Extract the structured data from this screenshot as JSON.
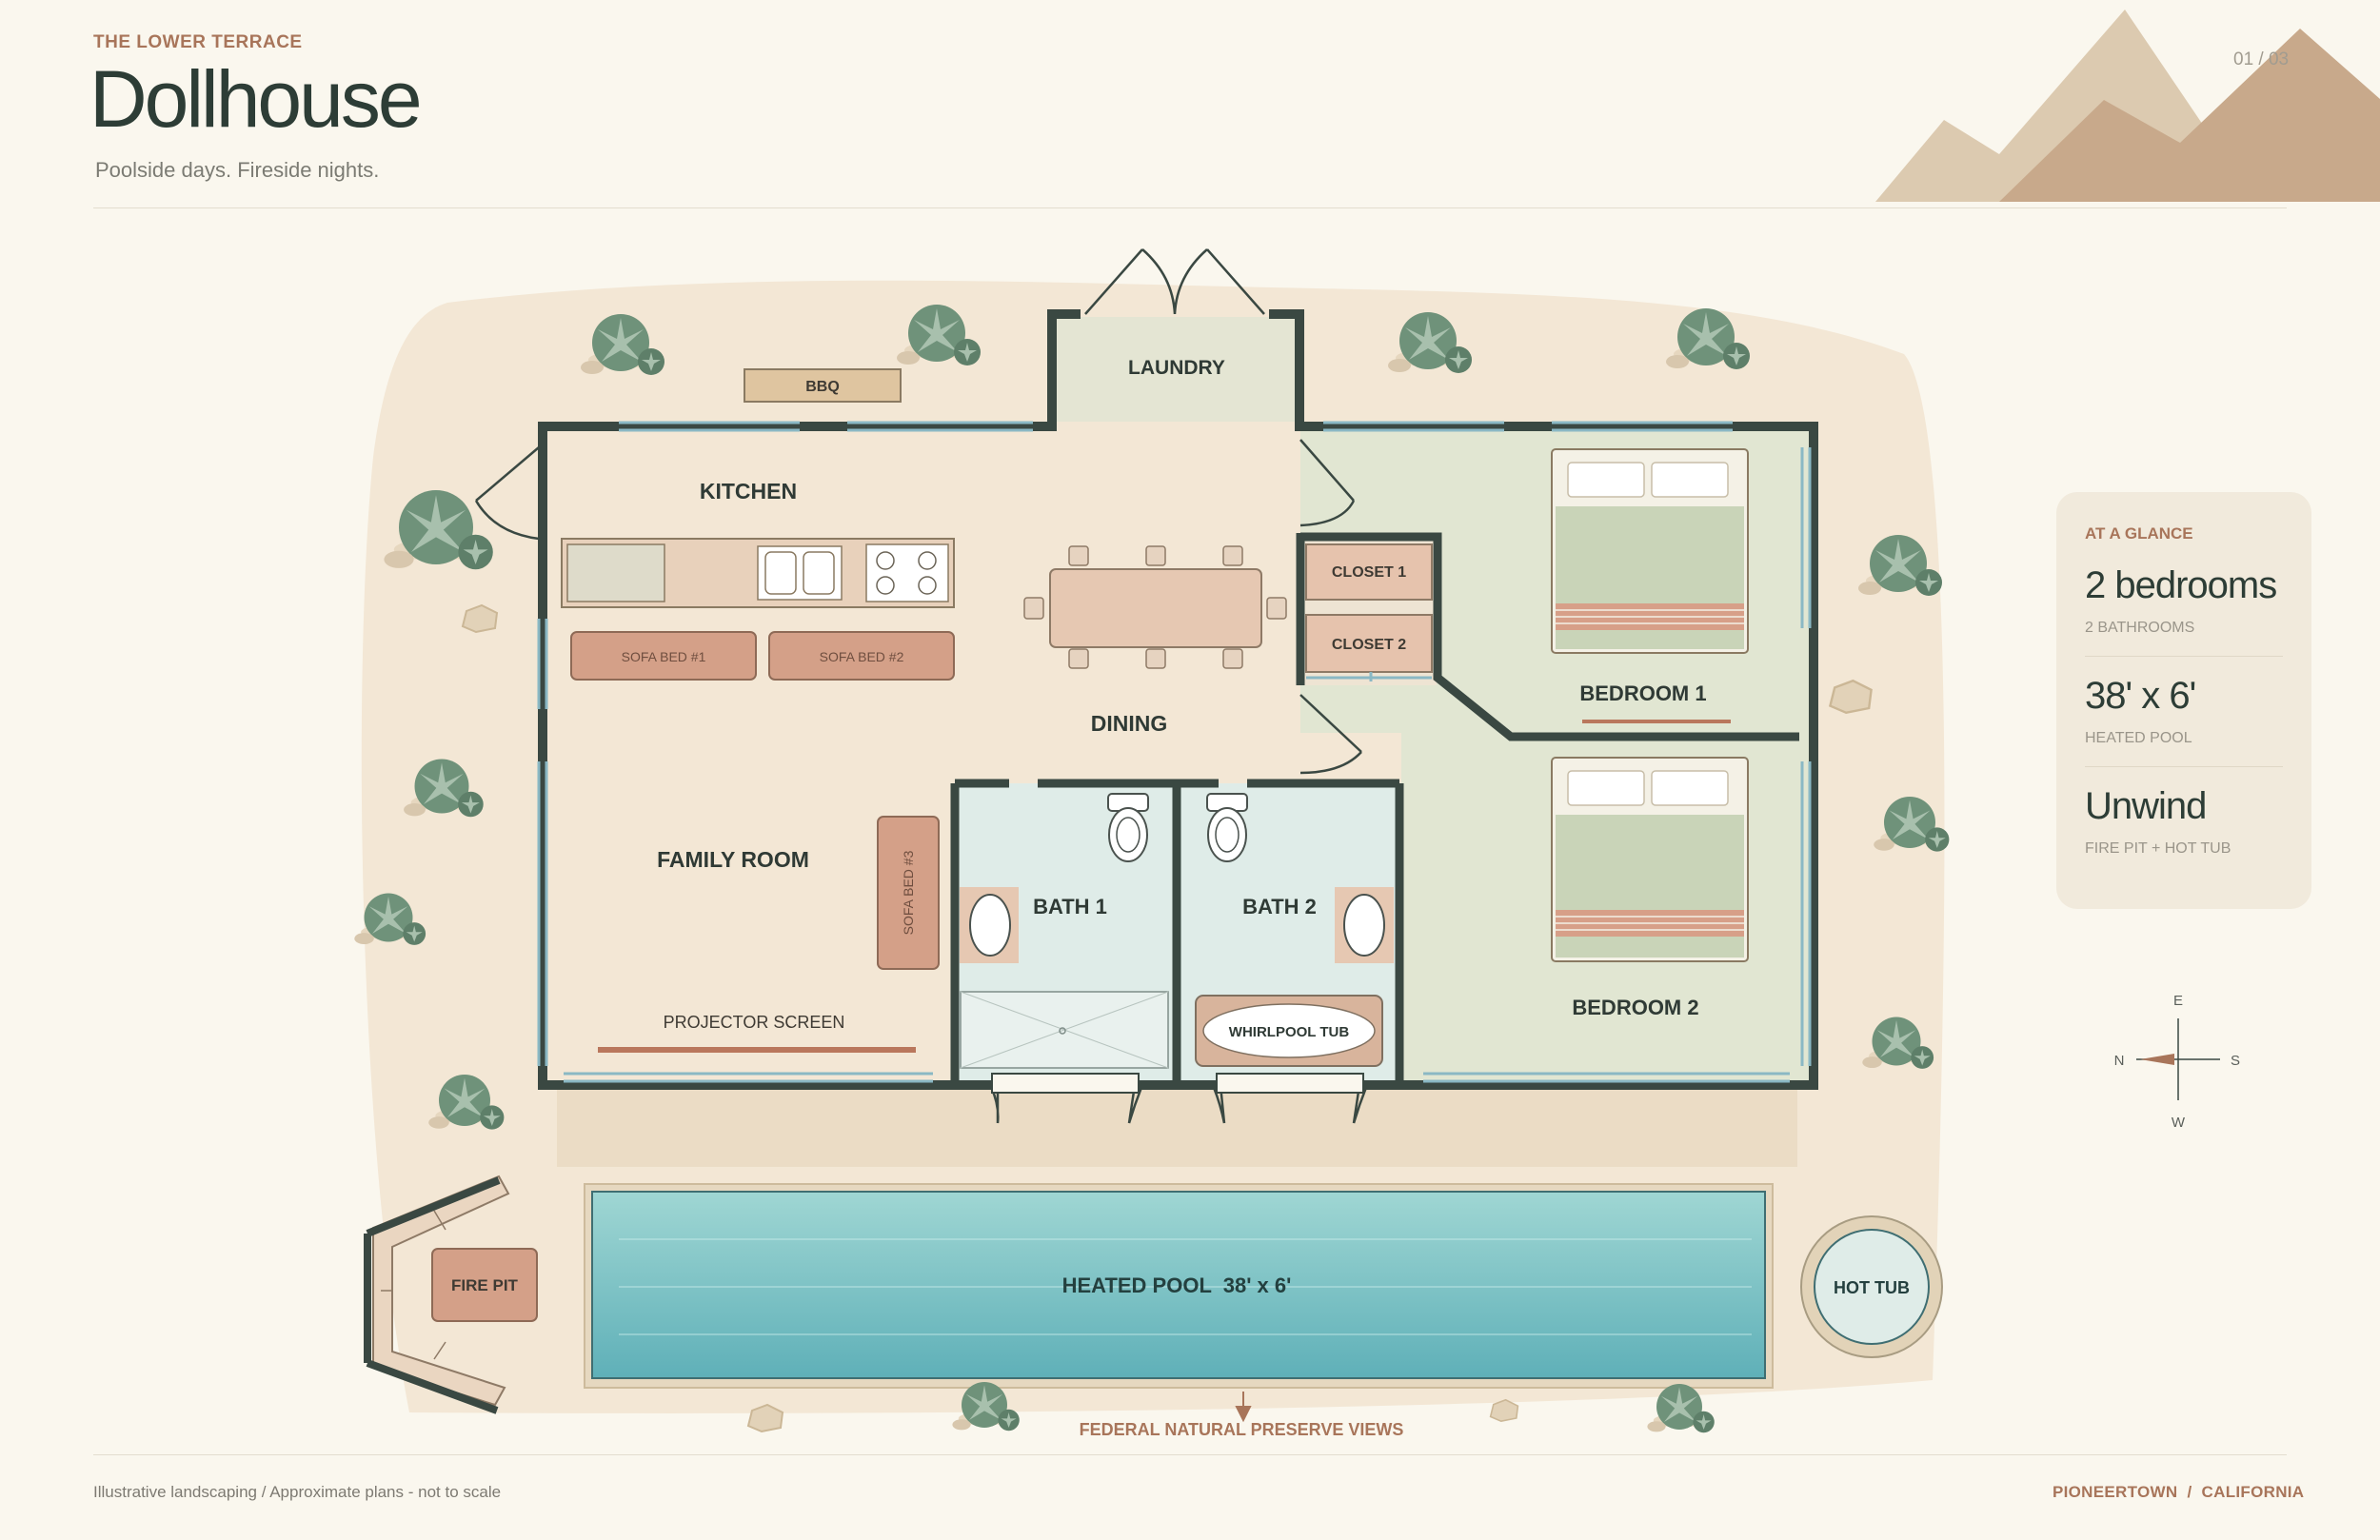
{
  "header": {
    "eyebrow": "THE LOWER TERRACE",
    "title": "Dollhouse",
    "subtitle": "Poolside days. Fireside nights.",
    "page": "01 / 03"
  },
  "glance": {
    "heading": "AT A GLANCE",
    "items": [
      {
        "value": "2 bedrooms",
        "label": "2 BATHROOMS"
      },
      {
        "value": "38' x 6'",
        "label": "HEATED POOL"
      },
      {
        "value": "Unwind",
        "label": "FIRE PIT + HOT TUB"
      }
    ]
  },
  "compass": {
    "e": "E",
    "w": "W",
    "n": "N",
    "s": "S"
  },
  "rooms": {
    "bbq": "BBQ",
    "laundry": "LAUNDRY",
    "kitchen": "KITCHEN",
    "sofa_bed_1": "SOFA BED #1",
    "sofa_bed_2": "SOFA BED #2",
    "sofa_bed_3": "SOFA BED #3",
    "dining": "DINING",
    "family_room": "FAMILY ROOM",
    "projector_screen": "PROJECTOR SCREEN",
    "closet_1": "CLOSET 1",
    "closet_2": "CLOSET 2",
    "bedroom_1": "BEDROOM 1",
    "bedroom_2": "BEDROOM 2",
    "bath_1": "BATH 1",
    "bath_2": "BATH 2",
    "whirlpool_tub": "WHIRLPOOL TUB",
    "pool": "HEATED POOL  38' x 6'",
    "hot_tub": "HOT TUB",
    "fire_pit": "FIRE PIT",
    "views": "FEDERAL NATURAL PRESERVE VIEWS"
  },
  "footer": {
    "note": "Illustrative landscaping / Approximate plans - not to scale",
    "location": "PIONEERTOWN  /  CALIFORNIA"
  },
  "colors": {
    "wall": "#3a4842",
    "accent": "#a8755a",
    "sand": "#f3e7d5",
    "bedroom": "#e1e6d2",
    "bath": "#dfece8",
    "pool": "#7cc3c4"
  }
}
